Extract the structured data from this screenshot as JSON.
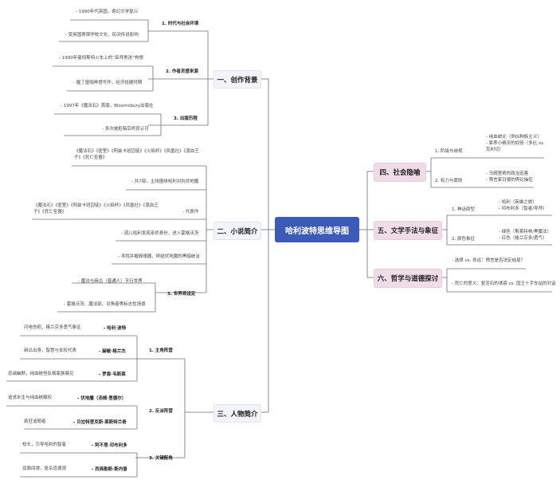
{
  "root": {
    "title": "哈利波特思维导图"
  },
  "colors": {
    "root": "#3c5ab8",
    "left_node": "#f2f3fb",
    "right_node": "#efdce7",
    "line": "#6b7080"
  },
  "branches": {
    "b1": {
      "title": "一、创作背景",
      "subs": [
        {
          "label": "1. 时代与社会环境",
          "items": [
            "- 1990年代英国，奇幻文学复兴",
            "- 受英国寄宿学校文化、民间传说影响"
          ]
        },
        {
          "label": "2. 作者灵感来源",
          "items": [
            "- 1990年曼彻斯特火车上的“巫师男孩”构想",
            "- 握丁堡咖啡馆写作，经济拮据时期"
          ]
        },
        {
          "label": "3. 出版历程",
          "items": [
            "- 1997年《魔法石》首版，Bloomsbury出版社",
            "- 多次被拒稿后终获认可"
          ]
        }
      ]
    },
    "b2": {
      "title": "二、小说简介",
      "items": [
        "《魔法石》《密室》《阿兹卡班囚徒》《火焰杯》《凤凰社》《混血王子》《死亡圣器》",
        "- 共7部，主线围绕哈利对抗伏地魔",
        "《魔法石》《密室》《阿兹卡班囚徒》《火焰杯》《凤凰社》《混血王子》《死亡圣器》",
        "- 代表作",
        "- 孤儿哈利发现巫师身份，进入霍格沃茨",
        "- 寻找并摧毁魂器，终结伏地魔的黑暗统治",
        "- 魔法与麻瓜（普通人）平行世界",
        "- 霍格沃茨、魔法部、对角巷等标志性场景"
      ],
      "sub3": "3. 世界观设定"
    },
    "b3": {
      "title": "三、人物简介",
      "subs": [
        {
          "label": "1. 主角阵营",
          "chars": [
            {
              "desc": "闪电伤疤，格兰芬多勇气象征",
              "name": "- 哈利·波特"
            },
            {
              "desc": "麻瓜出身，智慧与女权代表",
              "name": "- 赫敏·格兰杰"
            },
            {
              "desc": "忠诚幽默，纯血统但反叛家族偏见",
              "name": "- 罗恩·韦斯莱"
            }
          ]
        },
        {
          "label": "2. 反派阵营",
          "chars": [
            {
              "desc": "追求永生与纯血统霸权",
              "name": "- 伏地魔（汤姆·里德尔）"
            },
            {
              "desc": "疯狂追随者",
              "name": "- 贝拉特里克斯·莱斯特兰奇"
            }
          ]
        },
        {
          "label": "3. 关键配角",
          "chars": [
            {
              "desc": "校长，引导哈利的智者",
              "name": "- 阿不思·邓布利多"
            },
            {
              "desc": "双面间谍，复杂道德观",
              "name": "- 西弗勒斯·斯内普"
            }
          ]
        }
      ]
    },
    "b4": {
      "title": "四、社会隐喻",
      "subs": [
        {
          "label": "1. 阶级与歧视",
          "items": [
            "- 纯血统论（类似种族主义）",
            "- 家养小精灵的奴役（多比 vs",
            "  克利切）"
          ]
        },
        {
          "label": "2. 权力与腐败",
          "items": [
            "- 乌姆里奇的政治迫害",
            "- 预言家日报的舆论操控"
          ]
        }
      ]
    },
    "b5": {
      "title": "五、文学手法与象征",
      "subs": [
        {
          "label": "1. 神话原型",
          "items": [
            "- 哈利（英雄之旅）",
            "- 邓布利多（智者/导师）"
          ]
        },
        {
          "label": "2. 颜色象征",
          "items": [
            "- 绿色（斯莱特林/黑魔法）",
            "- 红色（格兰芬多/勇气）"
          ]
        }
      ]
    },
    "b6": {
      "title": "六、哲学与道德探讨",
      "items": [
        "- 选择 vs. 命运：预言是否决定结局？",
        "- 死亡的意义：复活石的诱惑 vs. 国王十字车站的对话"
      ]
    }
  }
}
